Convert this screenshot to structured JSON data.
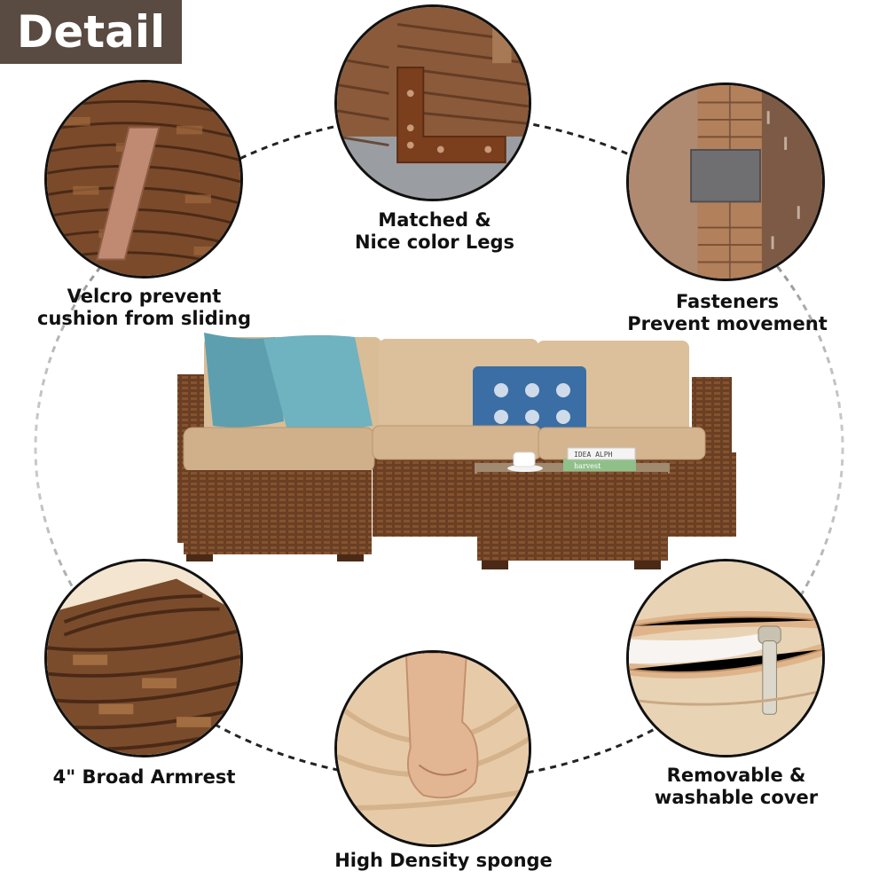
{
  "badge": {
    "label": "Detail",
    "bg_color": "#594a42",
    "text_color": "#ffffff"
  },
  "product": {
    "name": "Wicker rattan sectional sofa set",
    "pillow_colors": [
      "#5fa3b3",
      "#6db0bf"
    ],
    "cushion_color": "#d6b892",
    "wicker_color": "#6a3f24",
    "coffee_table_books": [
      "IDEA ALPH",
      "harvest"
    ]
  },
  "features": [
    {
      "id": "velcro",
      "line1": "Velcro prevent",
      "line2": "cushion from sliding",
      "icon": "velcro-strap-icon"
    },
    {
      "id": "legs",
      "line1": "Matched &",
      "line2": "Nice color Legs",
      "icon": "leg-bracket-icon"
    },
    {
      "id": "fasteners",
      "line1": "Fasteners",
      "line2": "Prevent movement",
      "icon": "metal-fastener-icon"
    },
    {
      "id": "armrest",
      "line1": "4\" Broad Armrest",
      "line2": "",
      "icon": "wicker-armrest-icon"
    },
    {
      "id": "sponge",
      "line1": "High Density sponge",
      "line2": "",
      "icon": "fist-sponge-icon"
    },
    {
      "id": "cover",
      "line1": "Removable &",
      "line2": "washable cover",
      "icon": "zipper-icon"
    }
  ]
}
